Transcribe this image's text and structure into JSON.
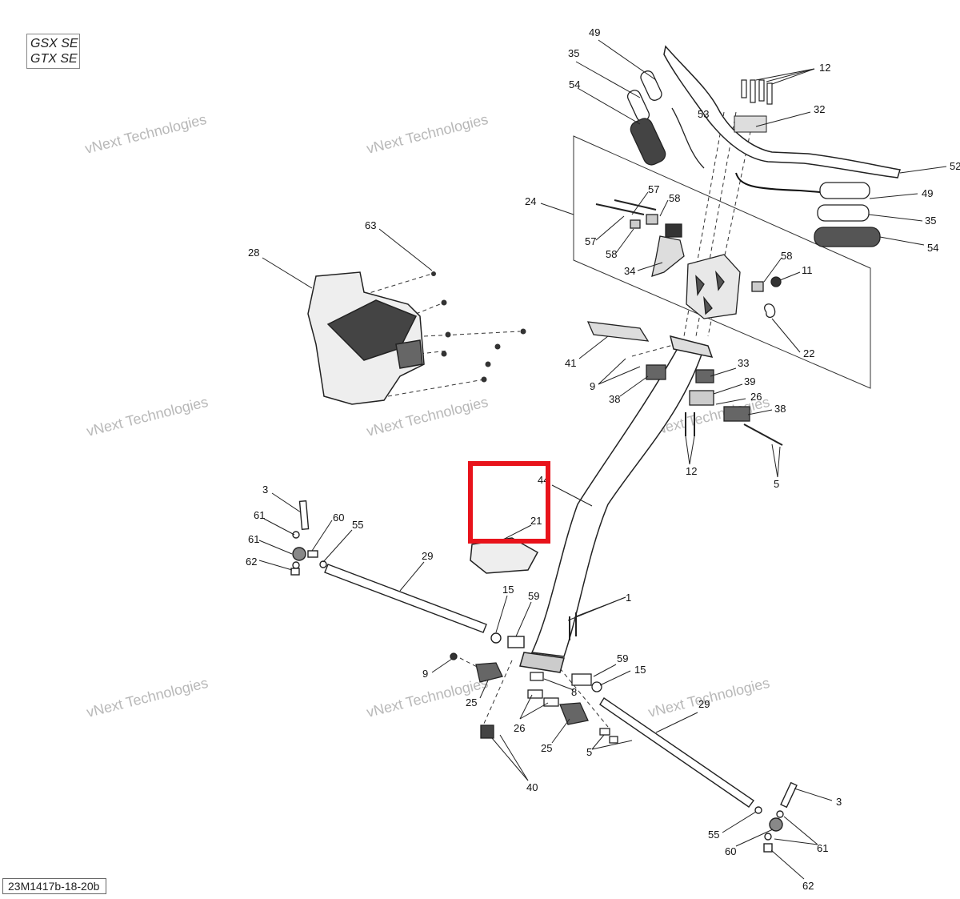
{
  "models": [
    "GSX SE",
    "GTX SE"
  ],
  "reference_code": "23M1417b-18-20b",
  "watermark_text": "vNext Technologies",
  "highlight_color": "#e8131b",
  "callouts": [
    {
      "id": "c49a",
      "label": "49"
    },
    {
      "id": "c35a",
      "label": "35"
    },
    {
      "id": "c54a",
      "label": "54"
    },
    {
      "id": "c53",
      "label": "53"
    },
    {
      "id": "c12a",
      "label": "12"
    },
    {
      "id": "c32",
      "label": "32"
    },
    {
      "id": "c52",
      "label": "52"
    },
    {
      "id": "c49b",
      "label": "49"
    },
    {
      "id": "c35b",
      "label": "35"
    },
    {
      "id": "c54b",
      "label": "54"
    },
    {
      "id": "c24",
      "label": "24"
    },
    {
      "id": "c57a",
      "label": "57"
    },
    {
      "id": "c58a",
      "label": "58"
    },
    {
      "id": "c57b",
      "label": "57"
    },
    {
      "id": "c58b",
      "label": "58"
    },
    {
      "id": "c34",
      "label": "34"
    },
    {
      "id": "c58c",
      "label": "58"
    },
    {
      "id": "c11",
      "label": "11"
    },
    {
      "id": "c22",
      "label": "22"
    },
    {
      "id": "c63",
      "label": "63"
    },
    {
      "id": "c28",
      "label": "28"
    },
    {
      "id": "c41",
      "label": "41"
    },
    {
      "id": "c9a",
      "label": "9"
    },
    {
      "id": "c38a",
      "label": "38"
    },
    {
      "id": "c33",
      "label": "33"
    },
    {
      "id": "c39",
      "label": "39"
    },
    {
      "id": "c26a",
      "label": "26"
    },
    {
      "id": "c38b",
      "label": "38"
    },
    {
      "id": "c12b",
      "label": "12"
    },
    {
      "id": "c5a",
      "label": "5"
    },
    {
      "id": "c44",
      "label": "44"
    },
    {
      "id": "c21",
      "label": "21"
    },
    {
      "id": "c3a",
      "label": "3"
    },
    {
      "id": "c61a",
      "label": "61"
    },
    {
      "id": "c60a",
      "label": "60"
    },
    {
      "id": "c55a",
      "label": "55"
    },
    {
      "id": "c61b",
      "label": "61"
    },
    {
      "id": "c62a",
      "label": "62"
    },
    {
      "id": "c29a",
      "label": "29"
    },
    {
      "id": "c15a",
      "label": "15"
    },
    {
      "id": "c59a",
      "label": "59"
    },
    {
      "id": "c1",
      "label": "1"
    },
    {
      "id": "c9b",
      "label": "9"
    },
    {
      "id": "c25a",
      "label": "25"
    },
    {
      "id": "c8",
      "label": "8"
    },
    {
      "id": "c59b",
      "label": "59"
    },
    {
      "id": "c15b",
      "label": "15"
    },
    {
      "id": "c29b",
      "label": "29"
    },
    {
      "id": "c26b",
      "label": "26"
    },
    {
      "id": "c25b",
      "label": "25"
    },
    {
      "id": "c5b",
      "label": "5"
    },
    {
      "id": "c40",
      "label": "40"
    },
    {
      "id": "c3b",
      "label": "3"
    },
    {
      "id": "c55b",
      "label": "55"
    },
    {
      "id": "c60b",
      "label": "60"
    },
    {
      "id": "c61c",
      "label": "61"
    },
    {
      "id": "c62b",
      "label": "62"
    }
  ]
}
